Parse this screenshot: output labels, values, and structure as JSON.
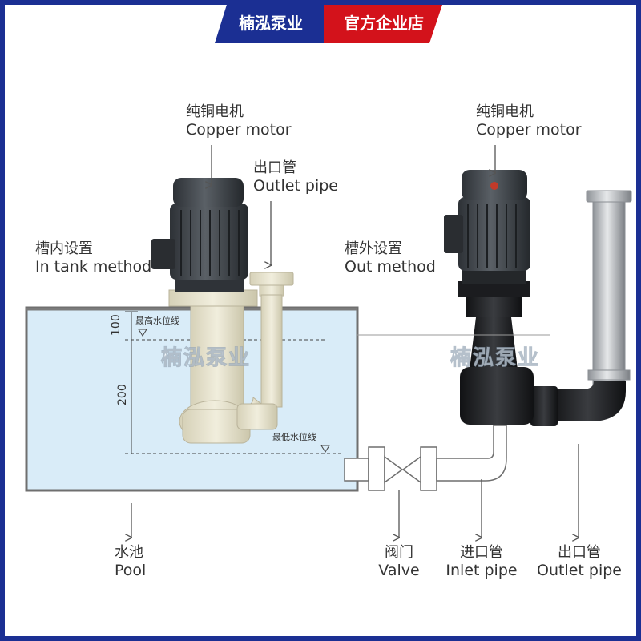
{
  "banner": {
    "brand": "楠泓泵业",
    "store": "官方企业店",
    "brand_color": "#1b2f93",
    "store_color": "#d3121b"
  },
  "in_tank": {
    "method_zh": "槽内设置",
    "method_en": "In tank method",
    "motor_zh": "纯铜电机",
    "motor_en": "Copper motor",
    "outlet_zh": "出口管",
    "outlet_en": "Outlet pipe",
    "max_level": "最高水位线",
    "min_level": "最低水位线",
    "dim_top": "100",
    "dim_bottom": "200"
  },
  "out_tank": {
    "method_zh": "槽外设置",
    "method_en": "Out method",
    "motor_zh": "纯铜电机",
    "motor_en": "Copper motor"
  },
  "bottom_labels": {
    "pool_zh": "水池",
    "pool_en": "Pool",
    "valve_zh": "阀门",
    "valve_en": "Valve",
    "inlet_zh": "进口管",
    "inlet_en": "Inlet pipe",
    "outlet_zh": "出口管",
    "outlet_en": "Outlet pipe"
  },
  "watermark": "楠泓泵业",
  "colors": {
    "frame": "#1b2f93",
    "water": "#d9ecf8",
    "pump_beige": "#e7e3cf",
    "motor_dark": "#3b3f45",
    "pump_black": "#1e1f22",
    "steel": "#b8bcc0"
  }
}
